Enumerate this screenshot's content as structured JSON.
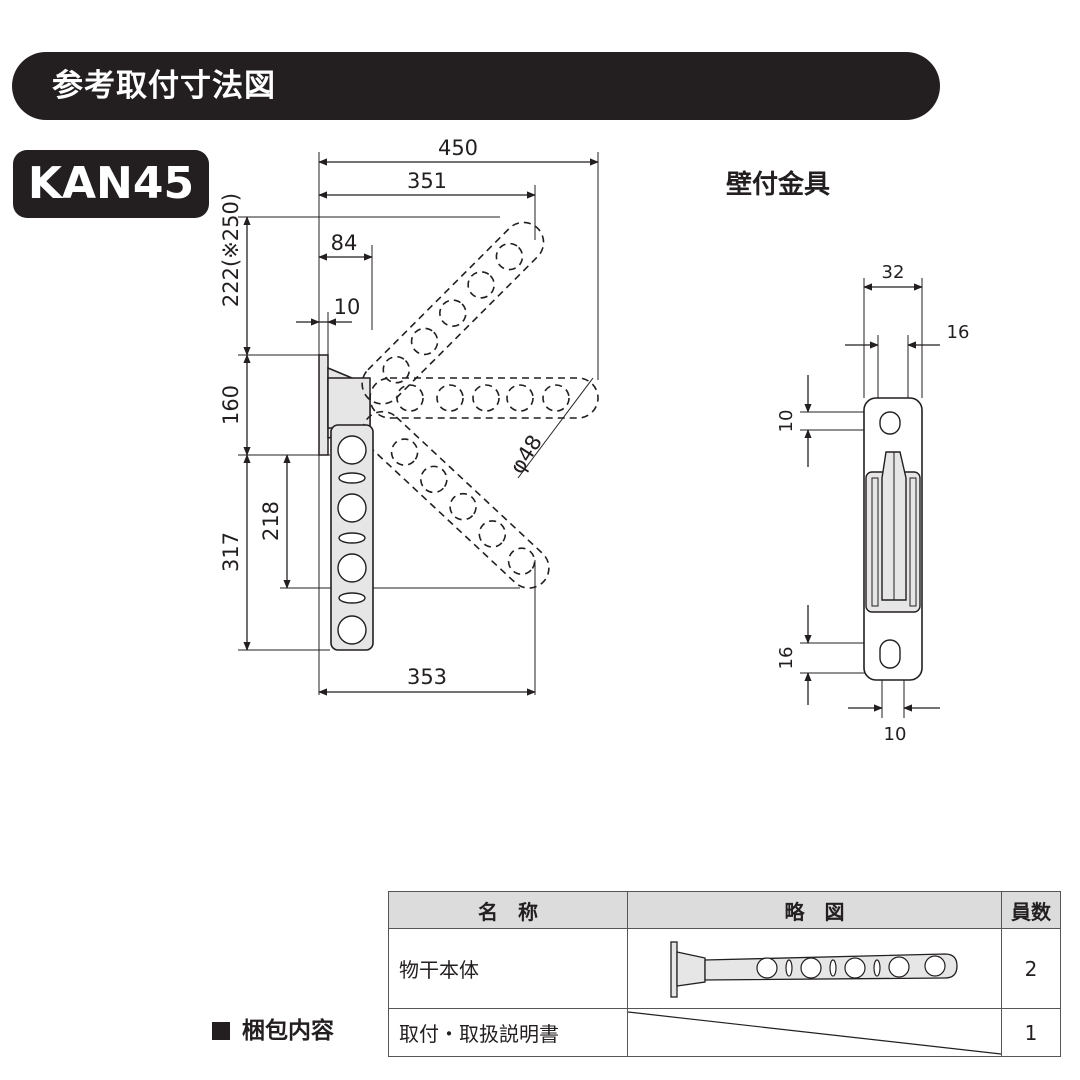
{
  "section_title": "参考取付寸法図",
  "model": "KAN45",
  "main_diagram": {
    "dimensions": {
      "total_width": "450",
      "arm_width": "351",
      "bracket_offset": "84",
      "plate_thickness": "10",
      "upper_height": "222(※250)",
      "bracket_height": "160",
      "lower_height": "317",
      "hanger_drop": "218",
      "bottom_width": "353",
      "pipe_diameter": "φ48"
    }
  },
  "bracket_diagram": {
    "title": "壁付金具",
    "dimensions": {
      "width": "32",
      "slot_offset": "16",
      "slot_upper": "10",
      "slot_lower": "16",
      "bottom_slot": "10"
    }
  },
  "package": {
    "title": "梱包内容",
    "headers": {
      "name": "名　称",
      "figure": "略　図",
      "qty": "員数"
    },
    "rows": [
      {
        "name": "物干本体",
        "qty": "2"
      },
      {
        "name": "取付・取扱説明書",
        "qty": "1"
      }
    ]
  },
  "colors": {
    "ink": "#231f20",
    "header_fill": "#dcdcdc",
    "part_fill": "#e6e6e6"
  }
}
